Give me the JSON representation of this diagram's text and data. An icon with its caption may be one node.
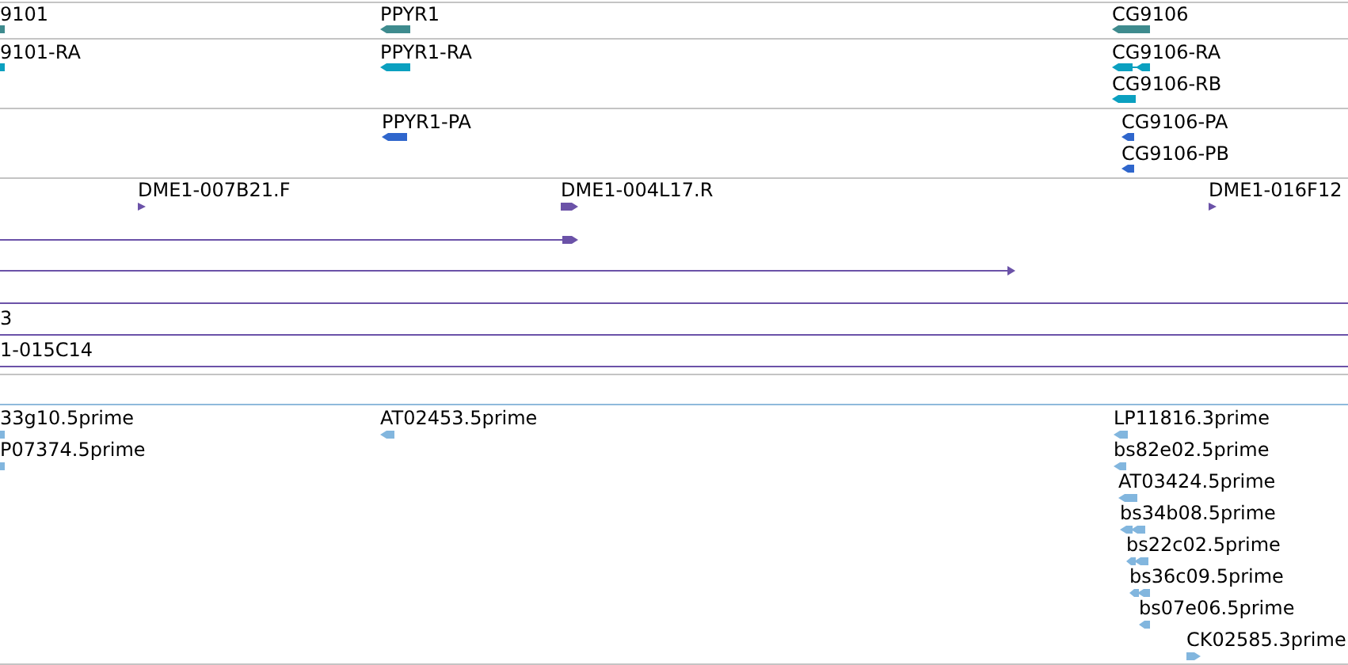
{
  "diagram": {
    "labels": [
      "9101",
      "PPYR1",
      "CG9106",
      "9101-RA",
      "PPYR1-RA",
      "CG9106-RA",
      "CG9106-RB",
      "PPYR1-PA",
      "CG9106-PA",
      "CG9106-PB",
      "DME1-007B21.F",
      "DME1-004L17.R",
      "DME1-016F12",
      "3",
      "1-015C14",
      "33g10.5prime",
      "AT02453.5prime",
      "LP11816.3prime",
      "P07374.5prime",
      "bs82e02.5prime",
      "AT03424.5prime",
      "bs34b08.5prime",
      "bs22c02.5prime",
      "bs36c09.5prime",
      "bs07e06.5prime",
      "CK02585.3prime"
    ]
  }
}
